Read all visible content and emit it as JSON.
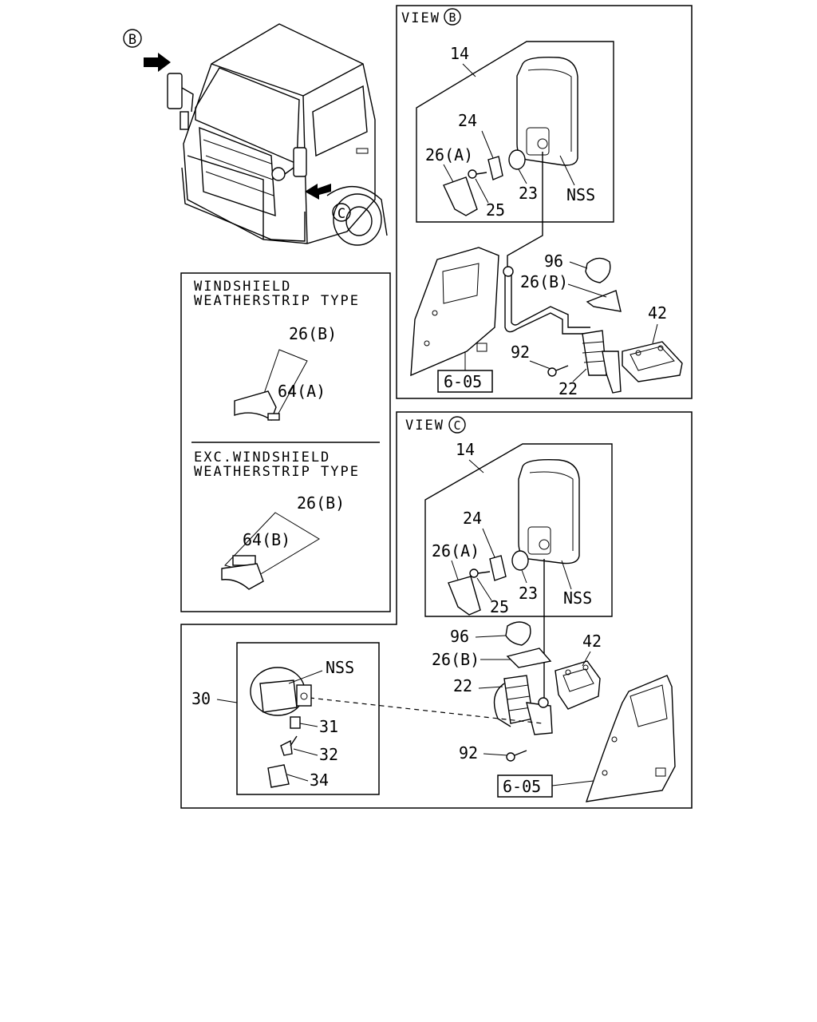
{
  "views": {
    "b": {
      "title": "VIEW",
      "marker": "B"
    },
    "c": {
      "title": "VIEW",
      "marker": "C"
    }
  },
  "markers": {
    "b": "B",
    "c": "C"
  },
  "weatherstrip": {
    "type1": {
      "line1": "WINDSHIELD",
      "line2": "WEATHERSTRIP TYPE",
      "part_a": "26(B)",
      "part_b": "64(A)"
    },
    "type2": {
      "line1": "EXC.WINDSHIELD",
      "line2": "WEATHERSTRIP TYPE",
      "part_a": "26(B)",
      "part_b": "64(B)"
    }
  },
  "view_b_labels": {
    "p14": "14",
    "p24": "24",
    "p26a": "26(A)",
    "p23": "23",
    "nss": "NSS",
    "p25": "25",
    "p96": "96",
    "p26b": "26(B)",
    "p42": "42",
    "p92": "92",
    "p22": "22",
    "ref": "6-05"
  },
  "view_c_labels": {
    "p14": "14",
    "p24": "24",
    "p26a": "26(A)",
    "p25": "25",
    "p23": "23",
    "nss": "NSS",
    "p96": "96",
    "p26b": "26(B)",
    "p42": "42",
    "p22": "22",
    "p92": "92",
    "ref": "6-05"
  },
  "inset_labels": {
    "p30": "30",
    "nss": "NSS",
    "p31": "31",
    "p32": "32",
    "p34": "34"
  }
}
